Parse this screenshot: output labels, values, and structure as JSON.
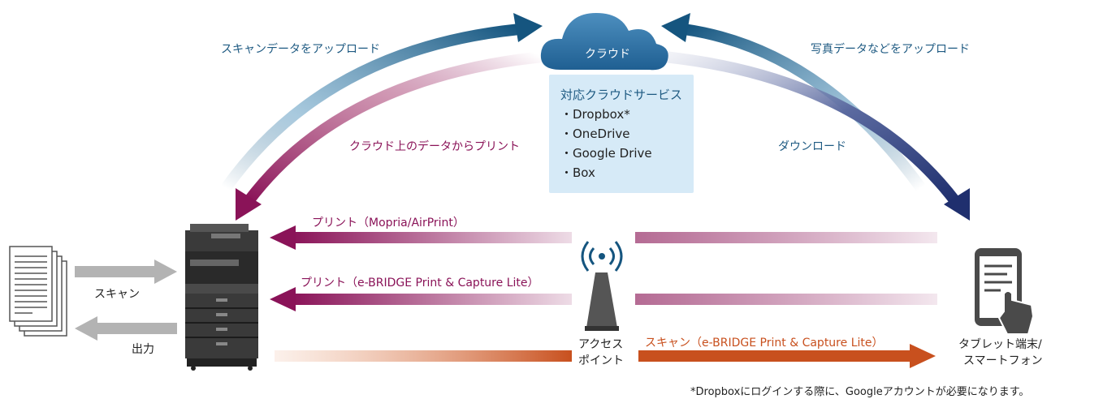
{
  "cloud": {
    "label": "クラウド"
  },
  "services": {
    "title": "対応クラウドサービス",
    "items": [
      "・Dropbox*",
      "・OneDrive",
      "・Google Drive",
      "・Box"
    ]
  },
  "labels": {
    "scan_upload": "スキャンデータをアップロード",
    "cloud_print": "クラウド上のデータからプリント",
    "photo_upload": "写真データなどをアップロード",
    "download": "ダウンロード",
    "print_mopria": "プリント（Mopria/AirPrint）",
    "print_ebridge": "プリント（e-BRIDGE Print & Capture Lite）",
    "scan_ebridge": "スキャン（e-BRIDGE Print & Capture Lite）",
    "scan": "スキャン",
    "output": "出力",
    "access_point_line1": "アクセス",
    "access_point_line2": "ポイント",
    "device_line1": "タブレット端末/",
    "device_line2": "スマートフォン"
  },
  "footnote": "*Dropboxにログインする際に、Googleアカウントが必要になります。",
  "colors": {
    "blue": "#1e5a82",
    "navy": "#1f2f6e",
    "magenta": "#8a1358",
    "orange": "#c8501e",
    "gray_arrow": "#b3b3b3",
    "service_bg": "#d6eaf7"
  }
}
